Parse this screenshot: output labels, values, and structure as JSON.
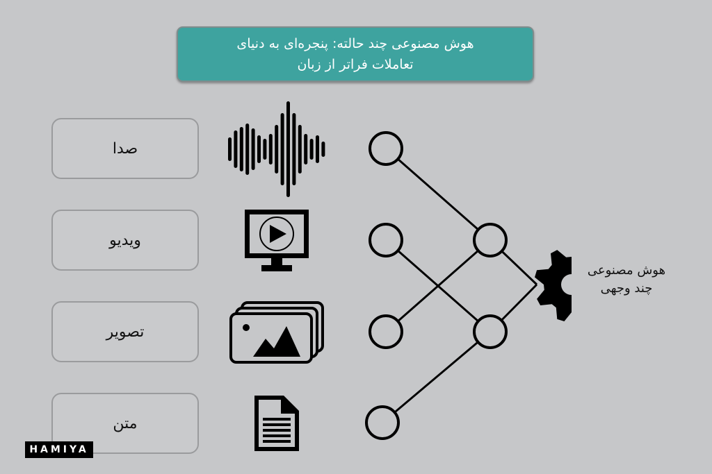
{
  "title": {
    "line1": "هوش مصنوعی چند حالته: پنجره‌ای به دنیای",
    "line2": "تعاملات فراتر از زبان"
  },
  "inputs": [
    {
      "label": "صدا",
      "icon": "sound-wave-icon"
    },
    {
      "label": "ویدیو",
      "icon": "monitor-play-icon"
    },
    {
      "label": "تصویر",
      "icon": "image-stack-icon"
    },
    {
      "label": "متن",
      "icon": "document-icon"
    }
  ],
  "network": {
    "input_nodes": 4,
    "hidden_nodes": 2,
    "output_icon": "gear-icon"
  },
  "output": {
    "line1": "هوش مصنوعی",
    "line2": "چند وجهی"
  },
  "brand": {
    "logo_text": "HAMIYA"
  },
  "colors": {
    "background": "#c6c7c9",
    "title_bg": "#3ea39f",
    "stroke": "#000000"
  }
}
